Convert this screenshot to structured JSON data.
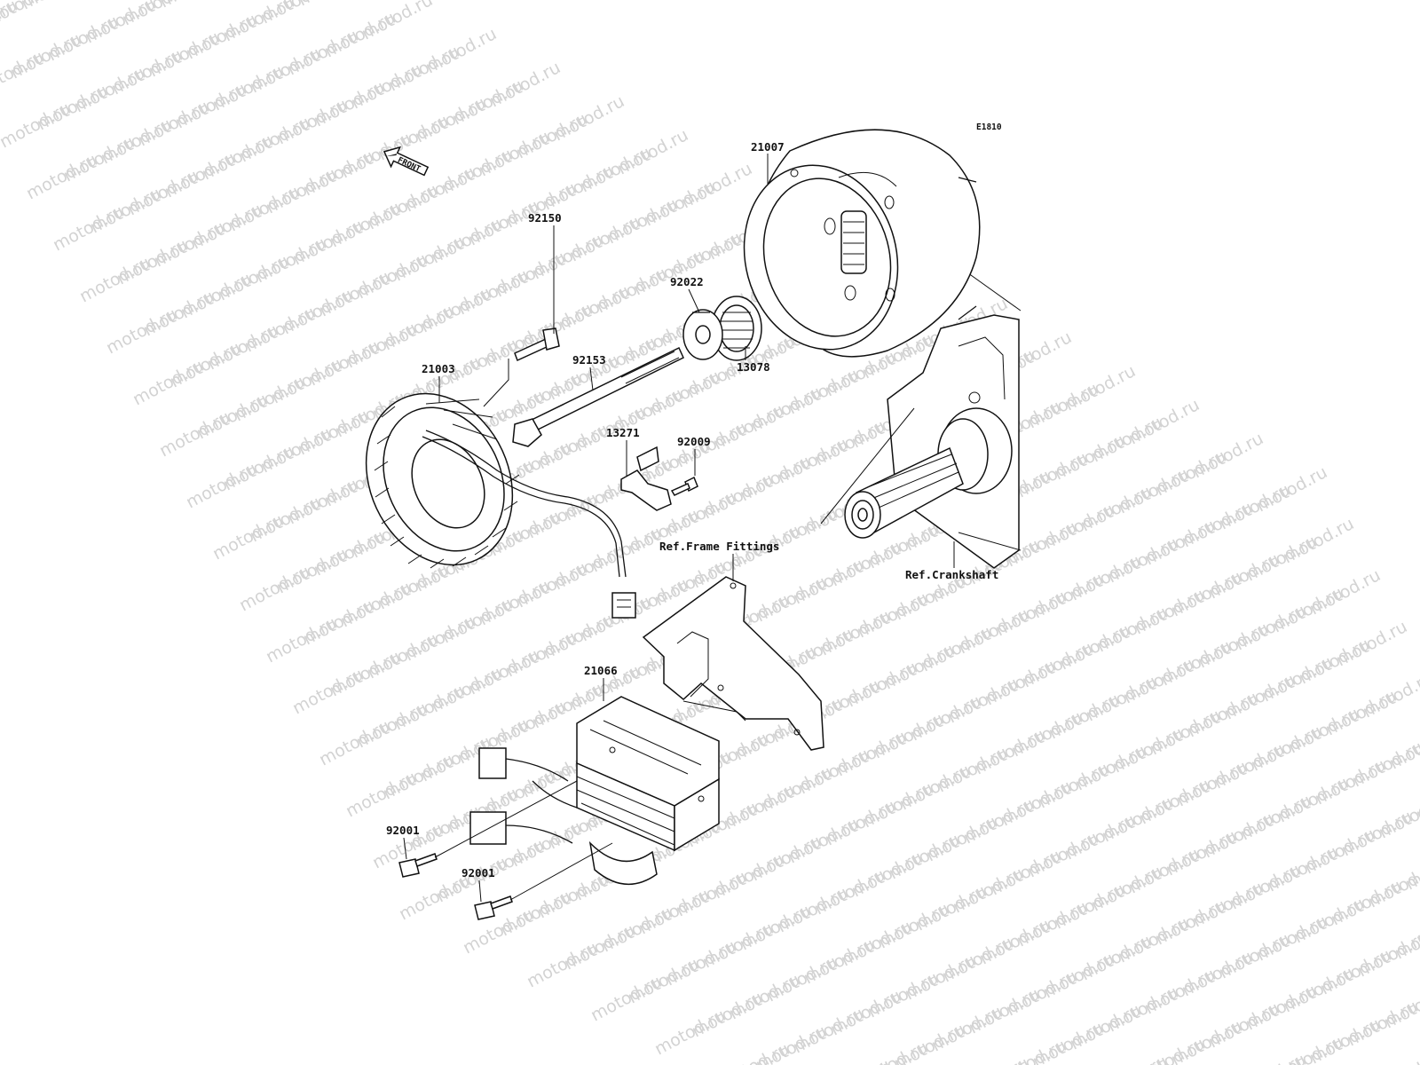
{
  "figure_code": "E1810",
  "front_label": "FRONT",
  "watermark": "motod.ru",
  "callouts": {
    "flywheel": "21007",
    "stator": "21003",
    "collar": "92022",
    "starter_gear": "13078",
    "stator_bolt": "92150",
    "flywheel_bolt": "92153",
    "clamp": "13271",
    "clamp_bolt": "92009",
    "regulator": "21066",
    "regulator_bolt_a": "92001",
    "regulator_bolt_b": "92001",
    "ref_frame": "Ref.Frame Fittings",
    "ref_crankshaft": "Ref.Crankshaft"
  }
}
